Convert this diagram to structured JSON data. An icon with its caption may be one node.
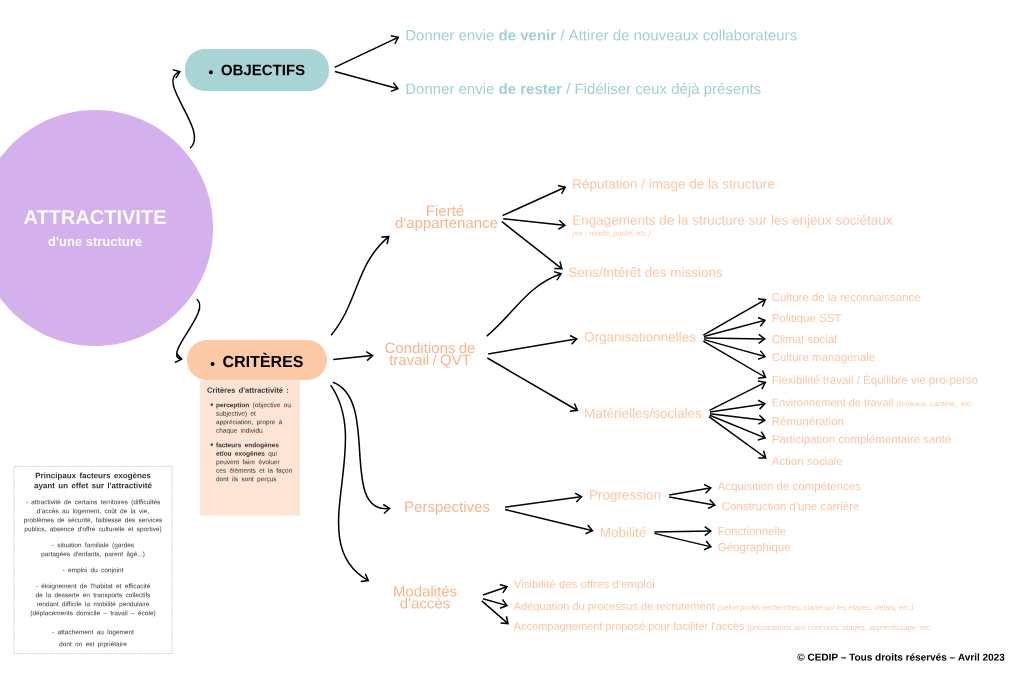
{
  "diagram": {
    "nodes": [
      {
        "text": [
          "ATTRACTIVITE",
          "d'une structure"
        ]
      },
      {
        "text": [
          "OBJECTIFS"
        ]
      },
      {
        "text": [
          "Donner envie **de venir** / Attirer de nouveaux collaborateurs"
        ]
      },
      {
        "text": [
          "Donner envie **de rester** / Fidéliser ceux déjà présents"
        ]
      },
      {
        "text": [
          "CRITÈRES"
        ]
      },
      {
        "text": [
          "Critères d'attractivité :",
          "**perception** (objective ou subjective) et appréciation, propre à chaque individu",
          "**facteurs endogènes et/ou exogènes** qui peuvent faire évoluer ces éléments et la façon dont ils sont perçus"
        ]
      },
      {
        "text": [
          "Fierté d'appartenance"
        ]
      },
      {
        "text": [
          "Réputation / image de la structure"
        ]
      },
      {
        "text": [
          "Engagements de la structure sur les enjeux sociétaux",
          "(ex : mixité, parité, etc.)"
        ]
      },
      {
        "text": [
          "Sens/Intérêt des missions"
        ]
      },
      {
        "text": [
          "Conditions de travail / QVT"
        ]
      },
      {
        "text": [
          "Organisationnelles"
        ]
      },
      {
        "text": [
          "Matérielles/sociales"
        ]
      },
      {
        "text": [
          "Culture de la reconnaissance"
        ]
      },
      {
        "text": [
          "Politique SST"
        ]
      },
      {
        "text": [
          "Climat social"
        ]
      },
      {
        "text": [
          "Culture managériale"
        ]
      },
      {
        "text": [
          "Flexibilité travail / Équilibre vie pro-perso"
        ]
      },
      {
        "text": [
          "Environnement de travail",
          "(bureaux, cantine,, etc."
        ]
      },
      {
        "text": [
          "Rémunération"
        ]
      },
      {
        "text": [
          "Participation complémentaire santé"
        ]
      },
      {
        "text": [
          "Action sociale"
        ]
      },
      {
        "text": [
          "Perspectives"
        ]
      },
      {
        "text": [
          "Progression"
        ]
      },
      {
        "text": [
          "Mobilité"
        ]
      },
      {
        "text": [
          "Acquisition de compétences"
        ]
      },
      {
        "text": [
          "Construction d'une carrière"
        ]
      },
      {
        "text": [
          "Fonctionnelle"
        ]
      },
      {
        "text": [
          "Géographique"
        ]
      },
      {
        "text": [
          "Modalités d'accès"
        ]
      },
      {
        "text": [
          "Visibilité des offres d'emploi"
        ]
      },
      {
        "text": [
          "Adéquation du processus de recrutement",
          "(selon profils recherchés, clarté sur les étapes, délais, etc.)"
        ]
      },
      {
        "text": [
          "Accompagnement proposé pour faciliter l'accès",
          "(préparations aux concours, stages, apprentissage, etc"
        ]
      },
      {
        "text": [
          "Principaux facteurs exogènes ayant un effet sur l'attractivité",
          "- attractivité de certains territoires (difficultés d'accès au logement, coût de la vie, problèmes de sécurité, faiblesse des services publics, absence d'offre culturelle et sportive)",
          "- situation familiale (gardes partagées d'enfants, parent âgé...)",
          "- emploi du conjoint",
          "- éloignement de l'habitat et efficacité de la desserte en transports collectifs rendant difficile la mobilité pendulaire (déplacements domicile – travail – école)",
          "- attachement au logement dont on est prpriétaire"
        ]
      }
    ],
    "edges": [
      {
        "from": 0,
        "to": 1,
        "arrow": "to"
      },
      {
        "from": 1,
        "to": 2,
        "arrow": "to"
      },
      {
        "from": 1,
        "to": 3,
        "arrow": "to"
      },
      {
        "from": 0,
        "to": 4,
        "arrow": "to"
      },
      {
        "from": 4,
        "to": 6,
        "arrow": "to"
      },
      {
        "from": 4,
        "to": 10,
        "arrow": "to"
      },
      {
        "from": 4,
        "to": 22,
        "arrow": "to"
      },
      {
        "from": 4,
        "to": 29,
        "arrow": "to"
      },
      {
        "from": 6,
        "to": 7,
        "arrow": "to"
      },
      {
        "from": 6,
        "to": 8,
        "arrow": "to"
      },
      {
        "from": 6,
        "to": 9,
        "arrow": "to"
      },
      {
        "from": 10,
        "to": 9,
        "arrow": "to"
      },
      {
        "from": 10,
        "to": 11,
        "arrow": "to"
      },
      {
        "from": 10,
        "to": 12,
        "arrow": "to"
      },
      {
        "from": 11,
        "to": 13,
        "arrow": "to"
      },
      {
        "from": 11,
        "to": 14,
        "arrow": "to"
      },
      {
        "from": 11,
        "to": 15,
        "arrow": "to"
      },
      {
        "from": 11,
        "to": 16,
        "arrow": "to"
      },
      {
        "from": 11,
        "to": 17,
        "arrow": "to"
      },
      {
        "from": 12,
        "to": 17,
        "arrow": "to"
      },
      {
        "from": 12,
        "to": 18,
        "arrow": "to"
      },
      {
        "from": 12,
        "to": 19,
        "arrow": "to"
      },
      {
        "from": 12,
        "to": 20,
        "arrow": "to"
      },
      {
        "from": 12,
        "to": 21,
        "arrow": "to"
      },
      {
        "from": 22,
        "to": 23,
        "arrow": "to"
      },
      {
        "from": 22,
        "to": 24,
        "arrow": "to"
      },
      {
        "from": 23,
        "to": 25,
        "arrow": "to"
      },
      {
        "from": 23,
        "to": 26,
        "arrow": "to"
      },
      {
        "from": 24,
        "to": 27,
        "arrow": "to"
      },
      {
        "from": 24,
        "to": 28,
        "arrow": "to"
      },
      {
        "from": 29,
        "to": 30,
        "arrow": "to"
      },
      {
        "from": 29,
        "to": 31,
        "arrow": "to"
      },
      {
        "from": 29,
        "to": 32,
        "arrow": "to"
      }
    ],
    "labels": [
      "© CEDIP – Tous droits réservés – Avril 2023"
    ]
  }
}
